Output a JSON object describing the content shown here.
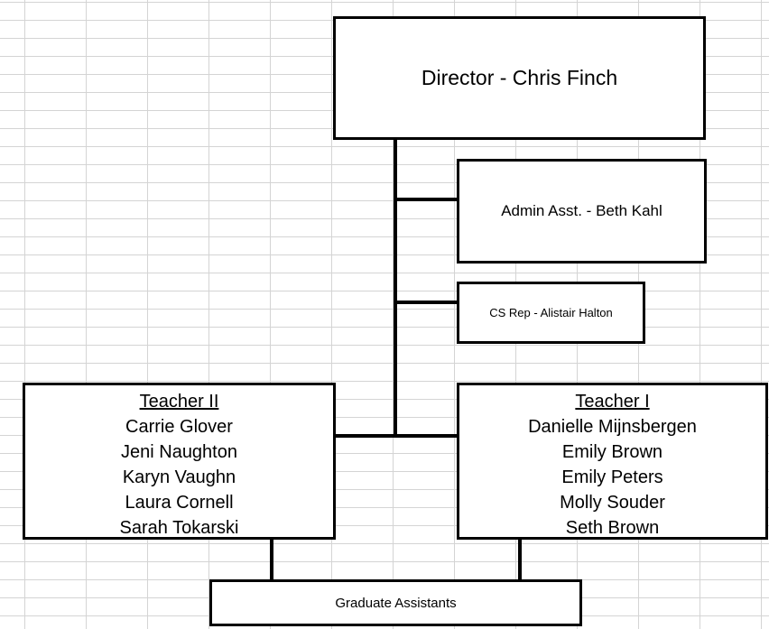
{
  "director": {
    "label": "Director - Chris Finch"
  },
  "admin": {
    "label": "Admin Asst. - Beth Kahl"
  },
  "cs_rep": {
    "label": "CS Rep - Alistair Halton"
  },
  "teacher_ii": {
    "heading": "Teacher II",
    "members": [
      "Carrie Glover",
      "Jeni Naughton",
      "Karyn Vaughn",
      "Laura Cornell",
      "Sarah Tokarski"
    ]
  },
  "teacher_i": {
    "heading": "Teacher I",
    "members": [
      "Danielle Mijnsbergen",
      "Emily Brown",
      "Emily Peters",
      "Molly Souder",
      "Seth Brown"
    ]
  },
  "graduate_assistants": {
    "label": "Graduate Assistants"
  }
}
